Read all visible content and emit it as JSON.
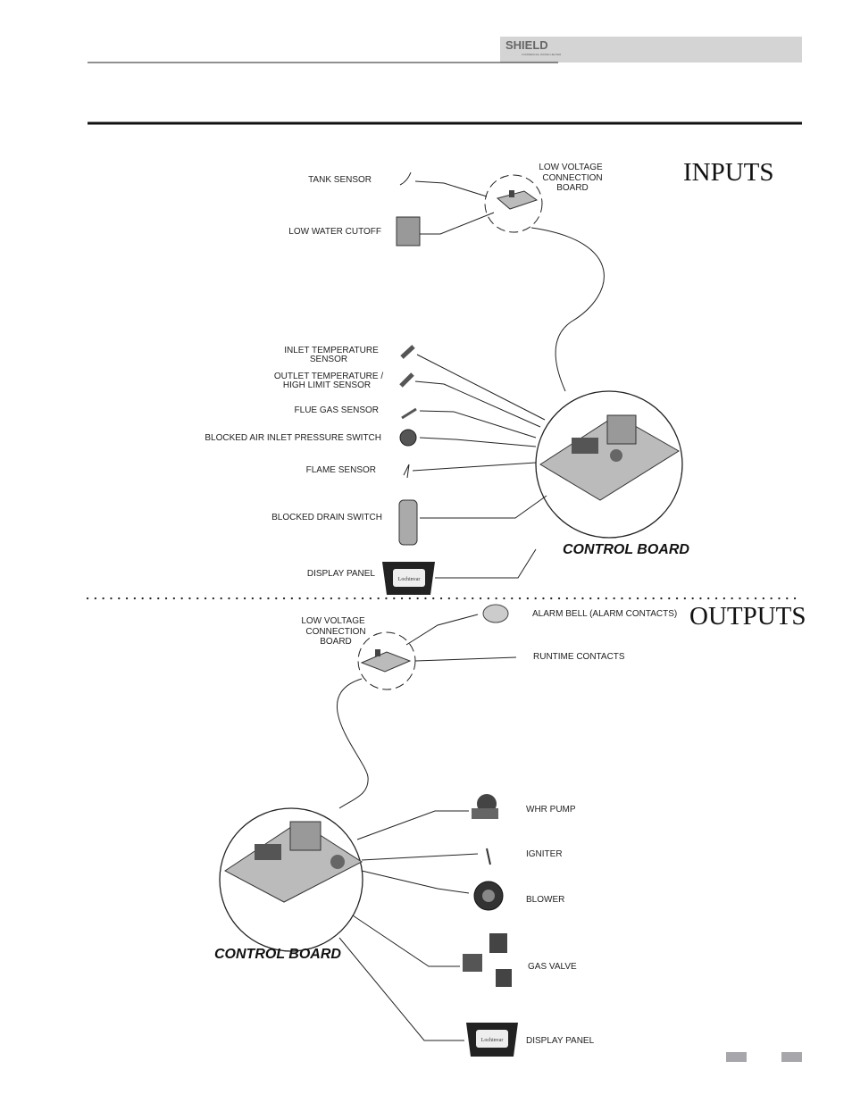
{
  "header": {
    "logo_text": "SHIELD",
    "logo_subtext": "COMMERCIAL WATER HEATER"
  },
  "inputs": {
    "title": "INPUTS",
    "lv_board_label": [
      "LOW VOLTAGE",
      "CONNECTION",
      "BOARD"
    ],
    "items": {
      "tank_sensor": "TANK SENSOR",
      "low_water_cutoff": "LOW WATER CUTOFF",
      "inlet_temp": [
        "INLET TEMPERATURE",
        "SENSOR"
      ],
      "outlet_temp": [
        "OUTLET TEMPERATURE /",
        "HIGH LIMIT SENSOR"
      ],
      "flue_gas": "FLUE GAS SENSOR",
      "blocked_air": "BLOCKED AIR INLET PRESSURE SWITCH",
      "flame_sensor": "FLAME SENSOR",
      "blocked_drain": "BLOCKED DRAIN SWITCH",
      "display_panel": "DISPLAY PANEL"
    },
    "control_board": "CONTROL BOARD"
  },
  "outputs": {
    "title": "OUTPUTS",
    "lv_board_label": [
      "LOW VOLTAGE",
      "CONNECTION",
      "BOARD"
    ],
    "items": {
      "alarm_bell": "ALARM BELL (ALARM CONTACTS)",
      "runtime": "RUNTIME CONTACTS",
      "whr_pump": "WHR PUMP",
      "igniter": "IGNITER",
      "blower": "BLOWER",
      "gas_valve": "GAS VALVE",
      "display_panel": "DISPLAY PANEL"
    },
    "control_board": "CONTROL BOARD"
  },
  "display_logo": "Lochinvar",
  "colors": {
    "header_gray": "#d4d4d4",
    "footer_gray": "#a7a7ab"
  }
}
